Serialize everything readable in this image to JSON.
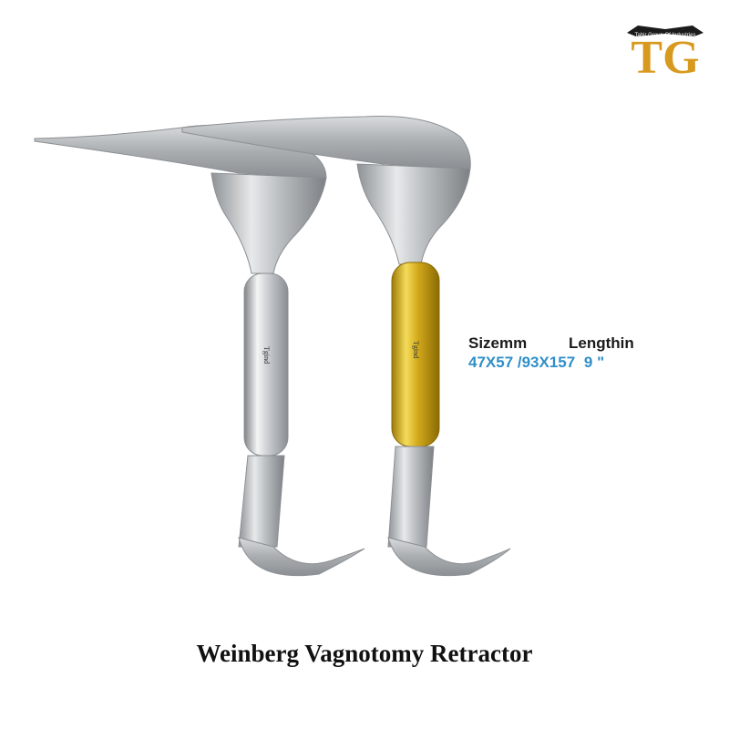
{
  "logo": {
    "letters": "TG",
    "tagline": "Tahir Group Of Industries",
    "gold": "#d89a1e",
    "dark": "#1b1b1b"
  },
  "product": {
    "title": "Weinberg Vagnotomy Retractor",
    "engraving": "Tgind",
    "handle_colors": {
      "silver": "#c9ccd0",
      "gold": "#d3a91a"
    }
  },
  "specs": {
    "size_label": "Sizemm",
    "length_label": "Lengthin",
    "size_value": "47X57 /93X157",
    "length_value": "9 \""
  },
  "colors": {
    "spec_value": "#2f8fc8",
    "background": "#ffffff"
  }
}
